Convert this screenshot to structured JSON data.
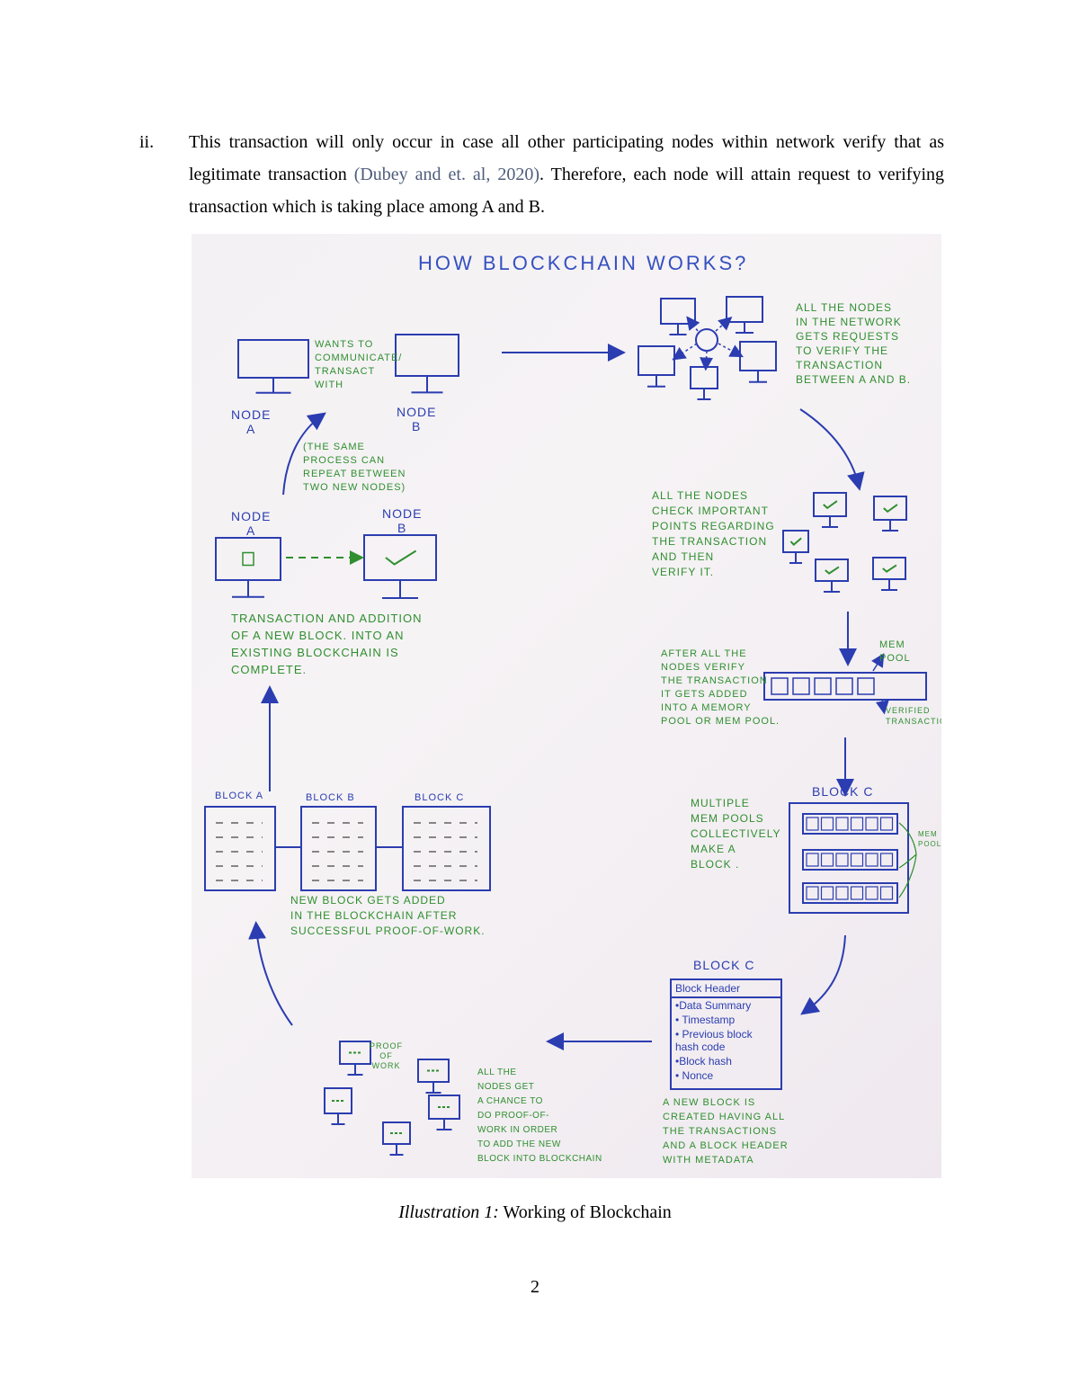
{
  "paragraph": {
    "number": "ii.",
    "text_before": "This transaction will only occur in case all other participating nodes within network verify that as legitimate transaction ",
    "citation": "(Dubey and et. al, 2020)",
    "text_after": ". Therefore, each node will attain request to verifying transaction which is taking place among A and B."
  },
  "figure": {
    "title": "HOW BLOCKCHAIN WORKS?",
    "wants_to": "WANTS TO\nCOMMUNICATE/\nTRANSACT\n WITH",
    "node_a": "NODE\nA",
    "node_b": "NODE\nB",
    "same_process": "(THE SAME\n PROCESS CAN\n REPEAT BETWEEN\n TWO NEW NODES)",
    "transaction_complete": "  TRANSACTION AND ADDITION\nOF A NEW BLOCK. INTO AN\nEXISTING BLOCKCHAIN IS\n          COMPLETE.",
    "network_requests": "ALL THE NODES\nIN THE NETWORK\nGETS REQUESTS\n TO VERIFY THE\nTRANSACTION\nBETWEEN A AND B.",
    "check_points": "ALL THE NODES\nCHECK IMPORTANT\nPOINTS REGARDING\nTHE TRANSACTION\n AND THEN\n VERIFY IT.",
    "after_verify": "  AFTER ALL THE\nNODES VERIFY\nTHE TRANSACTION\nIT GETS ADDED\nINTO A MEMORY\n POOL OR MEM POOL.",
    "mem_pool": "MEM\nPOOL",
    "verified_transaction": "VERIFIED\nTRANSACTION",
    "block_c": "BLOCK C",
    "multiple_mempools": "MULTIPLE\nMEM POOLS\nCOLLECTIVELY\n MAKE A\n  BLOCK .",
    "mem_pools_side": "MEM\nPOOLS",
    "block_a": "BLOCK A",
    "block_b": "BLOCK B",
    "new_block_added": "NEW BLOCK GETS ADDED\n IN THE BLOCKCHAIN AFTER\n      SUCCESSFUL PROOF-OF-WORK.",
    "block_header": {
      "title": "Block Header",
      "items": [
        "•Data Summary",
        "• Timestamp",
        "• Previous block\n  hash code",
        "•Block hash",
        "• Nonce"
      ]
    },
    "new_block_created": "A NEW BLOCK IS\nCREATED HAVING ALL\nTHE TRANSACTIONS\nAND A BLOCK HEADER\nWITH METADATA",
    "proof_of_work": "PROOF\nOF\nWORK",
    "all_nodes_chance": "  ALL THE\nNODES GET\nA CHANCE TO\nDO PROOF-OF-\nWORK IN ORDER\n TO ADD THE NEW\nBLOCK INTO BLOCKCHAIN"
  },
  "caption": {
    "label": "Illustration 1:",
    "text": " Working of Blockchain"
  },
  "page_number": "2",
  "colors": {
    "ink_blue": "#2b3db0",
    "ink_green": "#2f8f2f",
    "citation": "#4f5d7c"
  }
}
